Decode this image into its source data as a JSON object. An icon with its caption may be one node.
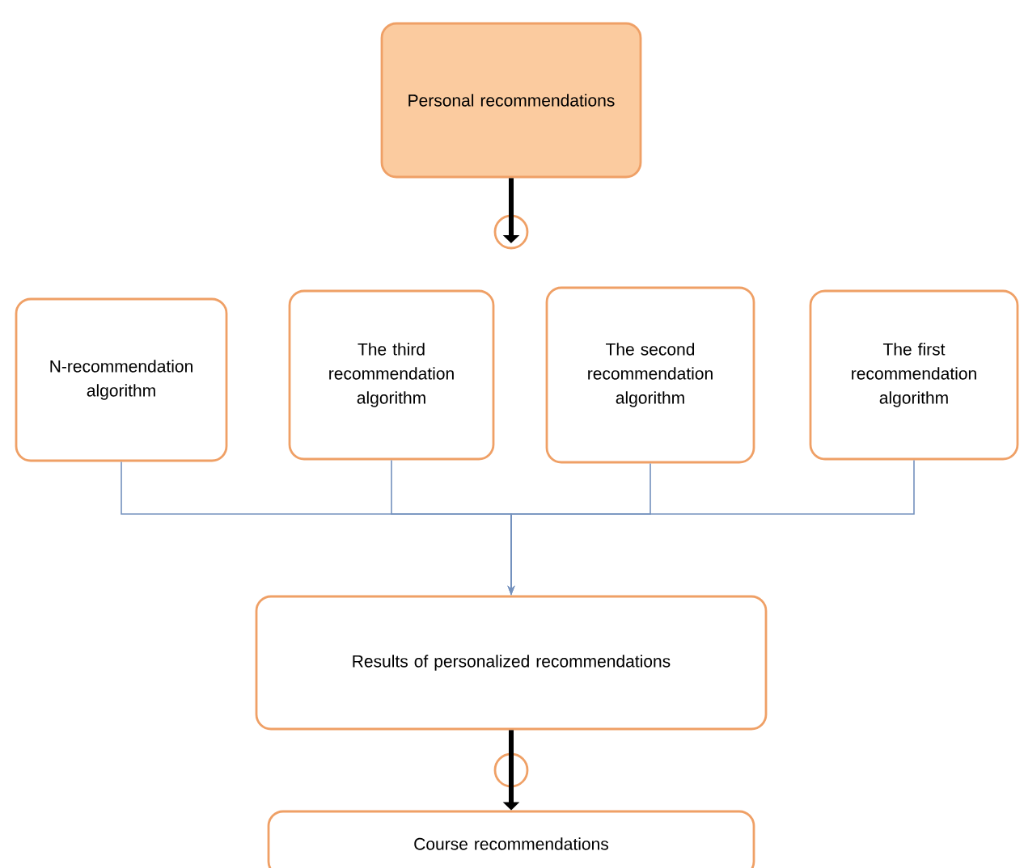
{
  "diagram": {
    "nodes": [
      {
        "text": [
          "Personal recommendations"
        ]
      },
      {
        "text": [
          "N-recommendation algorithm"
        ]
      },
      {
        "text": [
          "The third recommendation algorithm"
        ]
      },
      {
        "text": [
          "The second recommendation algorithm"
        ]
      },
      {
        "text": [
          "The first recommendation algorithm"
        ]
      },
      {
        "text": [
          "Results of personalized recommendations"
        ]
      },
      {
        "text": [
          "Course recommendations"
        ]
      }
    ],
    "edges": [
      {
        "from": 0,
        "to": null,
        "arrow": "to",
        "style": "thick",
        "color": "#000000"
      },
      {
        "from": 1,
        "to": 5,
        "arrow": "to"
      },
      {
        "from": 2,
        "to": 5,
        "arrow": "to"
      },
      {
        "from": 3,
        "to": 5,
        "arrow": "to"
      },
      {
        "from": 4,
        "to": 5,
        "arrow": "to"
      },
      {
        "from": 5,
        "to": 6,
        "arrow": "to",
        "style": "thick",
        "color": "#000000"
      }
    ]
  }
}
